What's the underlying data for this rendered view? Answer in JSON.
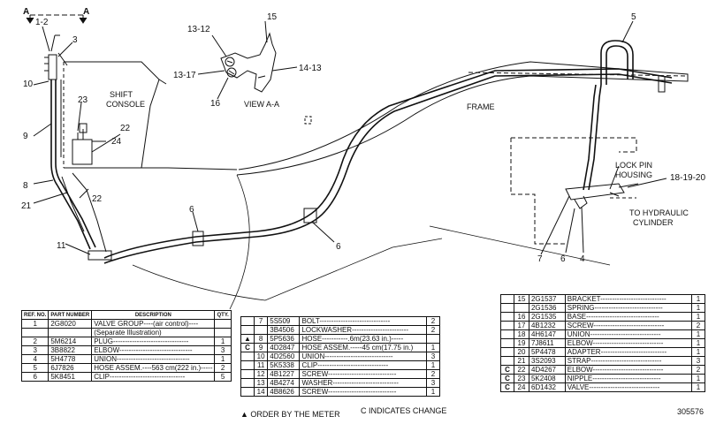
{
  "section_mark": "A",
  "callouts": {
    "c1_2": "1-2",
    "c3": "3",
    "c10": "10",
    "c9": "9",
    "c23": "23",
    "c22a": "22",
    "c24": "24",
    "c8": "8",
    "c21": "21",
    "c22b": "22",
    "c11": "11",
    "c6a": "6",
    "c6b": "6",
    "c5": "5",
    "c7": "7",
    "c6c": "6",
    "c4": "4",
    "c18_20": "18-19-20",
    "c13_12": "13-12",
    "c15": "15",
    "c13_17": "13-17",
    "c14_13": "14-13",
    "c16": "16"
  },
  "labels": {
    "shift_console": [
      "SHIFT",
      "CONSOLE"
    ],
    "view": "VIEW A-A",
    "frame": "FRAME",
    "lock_pin": [
      "LOCK PIN",
      "HOUSING"
    ],
    "hydraulic": [
      "TO HYDRAULIC",
      "CYLINDER"
    ]
  },
  "table1": {
    "headers": [
      "REF. NO.",
      "PART NUMBER",
      "DESCRIPTION",
      "QTY."
    ],
    "rows": [
      {
        "ref": "1",
        "part": "2G8020",
        "desc": "VALVE GROUP----(air control)----",
        "qty": ""
      },
      {
        "ref": "",
        "part": "",
        "desc": "(Separate Illustration)",
        "qty": ""
      },
      {
        "ref": "2",
        "part": "5M6214",
        "desc": "PLUG--------------------------------",
        "qty": "1"
      },
      {
        "ref": "3",
        "part": "3B8822",
        "desc": "ELBOW-------------------------------",
        "qty": "3"
      },
      {
        "ref": "4",
        "part": "5H4778",
        "desc": "UNION-------------------------------",
        "qty": "1"
      },
      {
        "ref": "5",
        "part": "6J7826",
        "desc": "HOSE ASSEM.----563 cm(222 in.)-----",
        "qty": "2"
      },
      {
        "ref": "6",
        "part": "5K8451",
        "desc": "CLIP--------------------------------",
        "qty": "5"
      }
    ]
  },
  "table2": {
    "rows": [
      {
        "mark": "",
        "ref": "7",
        "part": "5S509",
        "desc": "BOLT------------------------------",
        "qty": "2"
      },
      {
        "mark": "",
        "ref": "",
        "part": "3B4506",
        "desc": "LOCKWASHER------------------------",
        "qty": "2"
      },
      {
        "mark": "▲",
        "ref": "8",
        "part": "5P5636",
        "desc": "HOSE-----------.6m(23.63 in.)-----",
        "qty": ""
      },
      {
        "mark": "C",
        "ref": "9",
        "part": "4D2847",
        "desc": "HOSE ASSEM.-----45 cm(17.75 in.)",
        "qty": "1"
      },
      {
        "mark": "",
        "ref": "10",
        "part": "4D2560",
        "desc": "UNION-----------------------------",
        "qty": "3"
      },
      {
        "mark": "",
        "ref": "11",
        "part": "5K5338",
        "desc": "CLIP------------------------------",
        "qty": "1"
      },
      {
        "mark": "",
        "ref": "12",
        "part": "4B1227",
        "desc": "SCREW-----------------------------",
        "qty": "2"
      },
      {
        "mark": "",
        "ref": "13",
        "part": "4B4274",
        "desc": "WASHER----------------------------",
        "qty": "3"
      },
      {
        "mark": "",
        "ref": "14",
        "part": "4B8626",
        "desc": "SCREW-----------------------------",
        "qty": "1"
      }
    ]
  },
  "table3": {
    "rows": [
      {
        "mark": "",
        "ref": "15",
        "part": "2G1537",
        "desc": "BRACKET----------------------------",
        "qty": "1"
      },
      {
        "mark": "",
        "ref": "",
        "part": "2G1536",
        "desc": "SPRING-----------------------------",
        "qty": "1"
      },
      {
        "mark": "",
        "ref": "16",
        "part": "2G1535",
        "desc": "BASE-------------------------------",
        "qty": "1"
      },
      {
        "mark": "",
        "ref": "17",
        "part": "4B1232",
        "desc": "SCREW------------------------------",
        "qty": "2"
      },
      {
        "mark": "",
        "ref": "18",
        "part": "4H6147",
        "desc": "UNION------------------------------",
        "qty": "1"
      },
      {
        "mark": "",
        "ref": "19",
        "part": "7J8611",
        "desc": "ELBOW------------------------------",
        "qty": "1"
      },
      {
        "mark": "",
        "ref": "20",
        "part": "5P4478",
        "desc": "ADAPTER----------------------------",
        "qty": "1"
      },
      {
        "mark": "",
        "ref": "21",
        "part": "3S2093",
        "desc": "STRAP------------------------------",
        "qty": "3"
      },
      {
        "mark": "C",
        "ref": "22",
        "part": "4D4267",
        "desc": "ELBOW------------------------------",
        "qty": "2"
      },
      {
        "mark": "C",
        "ref": "23",
        "part": "5K2408",
        "desc": "NIPPLE-----------------------------",
        "qty": "1"
      },
      {
        "mark": "C",
        "ref": "24",
        "part": "6D1432",
        "desc": "VALVE------------------------------",
        "qty": "1"
      }
    ]
  },
  "notes": {
    "order": "▲ ORDER BY THE METER",
    "change": "C INDICATES CHANGE",
    "id": "305576"
  }
}
